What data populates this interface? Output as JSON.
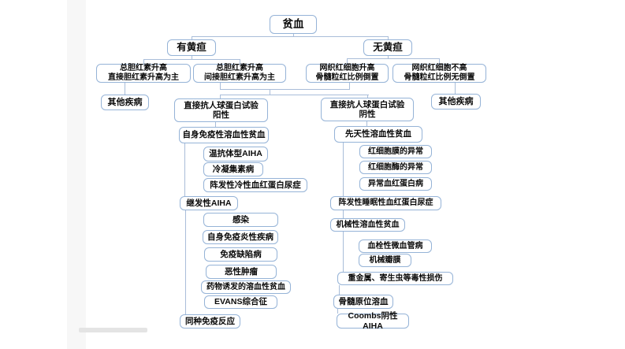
{
  "colors": {
    "box_border": "#95b3d7",
    "line_color": "#a9bdd9",
    "text_color": "#0a0a0a",
    "artifact_gray": "#e4e4e4"
  },
  "nodes": {
    "anemia": "贫血",
    "jaundice_yes": "有黄疸",
    "jaundice_no": "无黄疸",
    "tbil_direct": "总胆红素升高\n直接胆红素升高为主",
    "tbil_indirect": "总胆红素升高\n间接胆红素升高为主",
    "retic_high": "网织红细胞升高\n骨髓粒红比例倒置",
    "retic_not_high": "网织红细胞不高\n骨髓粒红比例无倒置",
    "other_disease_left": "其他疾病",
    "other_disease_right": "其他疾病",
    "dat_positive": "直接抗人球蛋白试验\n阳性",
    "dat_negative": "直接抗人球蛋白试验\n阴性",
    "aiha": "自身免疫性溶血性贫血",
    "warm_aiha": "温抗体型AIHA",
    "cold_agglutinin": "冷凝集素病",
    "pch": "阵发性冷性血红蛋白尿症",
    "secondary_aiha": "继发性AIHA",
    "infection": "感染",
    "autoimmune_inflammatory": "自身免疫炎性疾病",
    "immunodeficiency": "免疫缺陷病",
    "malignancy": "恶性肿瘤",
    "drug_induced": "药物诱发的溶血性贫血",
    "evans": "EVANS综合征",
    "alloimmune": "同种免疫反应",
    "congenital": "先天性溶血性贫血",
    "rbc_membrane": "红细胞膜的异常",
    "rbc_enzyme": "红细胞酶的异常",
    "abnormal_hemoglobin": "异常血红蛋白病",
    "pnh": "阵发性睡眠性血红蛋白尿症",
    "mechanical": "机械性溶血性贫血",
    "tma": "血栓性微血管病",
    "mechanical_valve": "机械瓣膜",
    "toxic_injury": "重金属、寄生虫等毒性损伤",
    "marrow_hemolysis": "骨髓原位溶血",
    "coombs_negative": "Coombs阴性AIHA"
  },
  "edges": [
    [
      "anemia",
      "jaundice_yes"
    ],
    [
      "anemia",
      "jaundice_no"
    ],
    [
      "jaundice_yes",
      "tbil_direct"
    ],
    [
      "jaundice_yes",
      "tbil_indirect"
    ],
    [
      "jaundice_no",
      "retic_high"
    ],
    [
      "jaundice_no",
      "retic_not_high"
    ],
    [
      "tbil_direct",
      "other_disease_left"
    ],
    [
      "retic_not_high",
      "other_disease_right"
    ],
    [
      "tbil_indirect",
      "dat_positive"
    ],
    [
      "tbil_indirect",
      "dat_negative"
    ],
    [
      "retic_high",
      "dat_positive"
    ],
    [
      "retic_high",
      "dat_negative"
    ],
    [
      "dat_positive",
      "aiha"
    ],
    [
      "dat_negative",
      "congenital"
    ],
    [
      "aiha",
      "warm_aiha"
    ],
    [
      "aiha",
      "cold_agglutinin"
    ],
    [
      "aiha",
      "pch"
    ],
    [
      "aiha",
      "secondary_aiha"
    ],
    [
      "secondary_aiha",
      "infection"
    ],
    [
      "secondary_aiha",
      "autoimmune_inflammatory"
    ],
    [
      "secondary_aiha",
      "immunodeficiency"
    ],
    [
      "secondary_aiha",
      "malignancy"
    ],
    [
      "secondary_aiha",
      "drug_induced"
    ],
    [
      "secondary_aiha",
      "evans"
    ],
    [
      "secondary_aiha",
      "alloimmune"
    ],
    [
      "congenital",
      "rbc_membrane"
    ],
    [
      "congenital",
      "rbc_enzyme"
    ],
    [
      "congenital",
      "abnormal_hemoglobin"
    ],
    [
      "congenital",
      "pnh"
    ],
    [
      "pnh",
      "mechanical"
    ],
    [
      "mechanical",
      "tma"
    ],
    [
      "mechanical",
      "mechanical_valve"
    ],
    [
      "mechanical",
      "toxic_injury"
    ],
    [
      "toxic_injury",
      "marrow_hemolysis"
    ],
    [
      "marrow_hemolysis",
      "coombs_negative"
    ]
  ]
}
